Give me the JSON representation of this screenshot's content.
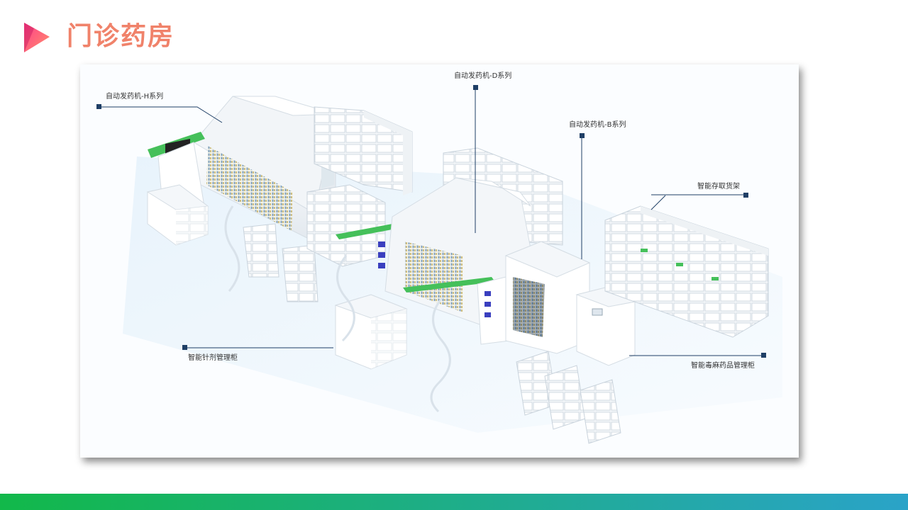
{
  "page": {
    "title": "门诊药房"
  },
  "callouts": {
    "h_series": "自动发药机-H系列",
    "d_series": "自动发药机-D系列",
    "b_series": "自动发药机-B系列",
    "smart_shelf": "智能存取货架",
    "injection_cabinet": "智能针剂管理柜",
    "narcotic_cabinet": "智能毒麻药品管理柜"
  },
  "colors": {
    "title": "#f0826a",
    "title_mark_start": "#ff3d8b",
    "title_mark_end": "#ff9a6a",
    "strip_start": "#12b84a",
    "strip_end": "#2aa3c8",
    "callout_line": "#1f3f66",
    "accent_green": "#45c05a",
    "device_blue": "#3a3fbf"
  },
  "icons": {
    "title_mark": "play-triangle-icon",
    "callout_marker": "square-marker-icon"
  }
}
